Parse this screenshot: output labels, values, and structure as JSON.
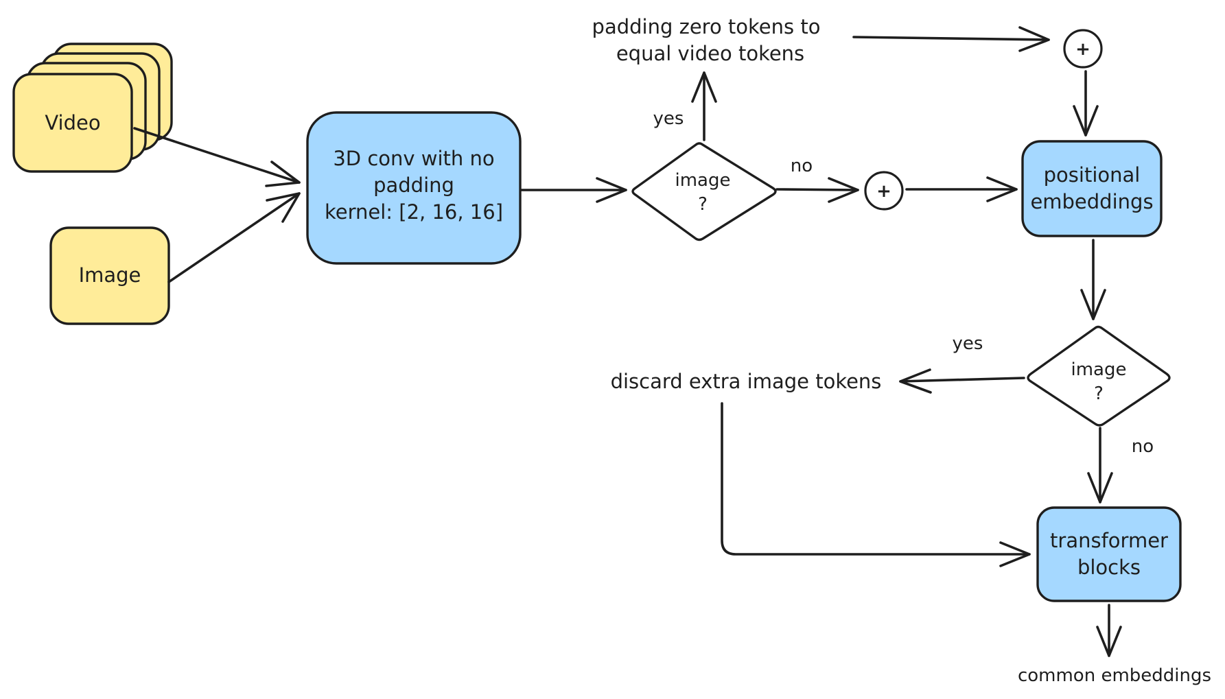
{
  "nodes": {
    "video": {
      "label": "Video"
    },
    "image_input": {
      "label": "Image"
    },
    "conv": {
      "lines": [
        "3D conv with no",
        "padding",
        "kernel: [2, 16, 16]"
      ]
    },
    "decision_1": {
      "lines": [
        "image",
        "?"
      ]
    },
    "padding_note": {
      "lines": [
        "padding zero tokens to",
        "equal video tokens"
      ]
    },
    "plus_top": {
      "label": "+"
    },
    "plus_mid": {
      "label": "+"
    },
    "positional": {
      "lines": [
        "positional",
        "embeddings"
      ]
    },
    "decision_2": {
      "lines": [
        "image",
        "?"
      ]
    },
    "discard_note": {
      "label": "discard extra image tokens"
    },
    "transformer": {
      "lines": [
        "transformer",
        "blocks"
      ]
    },
    "output": {
      "label": "common embeddings"
    }
  },
  "edge_labels": {
    "decision_1_yes": "yes",
    "decision_1_no": "no",
    "decision_2_yes": "yes",
    "decision_2_no": "no"
  },
  "colors": {
    "input_fill": "#ffec99",
    "process_fill": "#a5d8ff",
    "stroke": "#1e1e1e",
    "background": "#ffffff"
  }
}
